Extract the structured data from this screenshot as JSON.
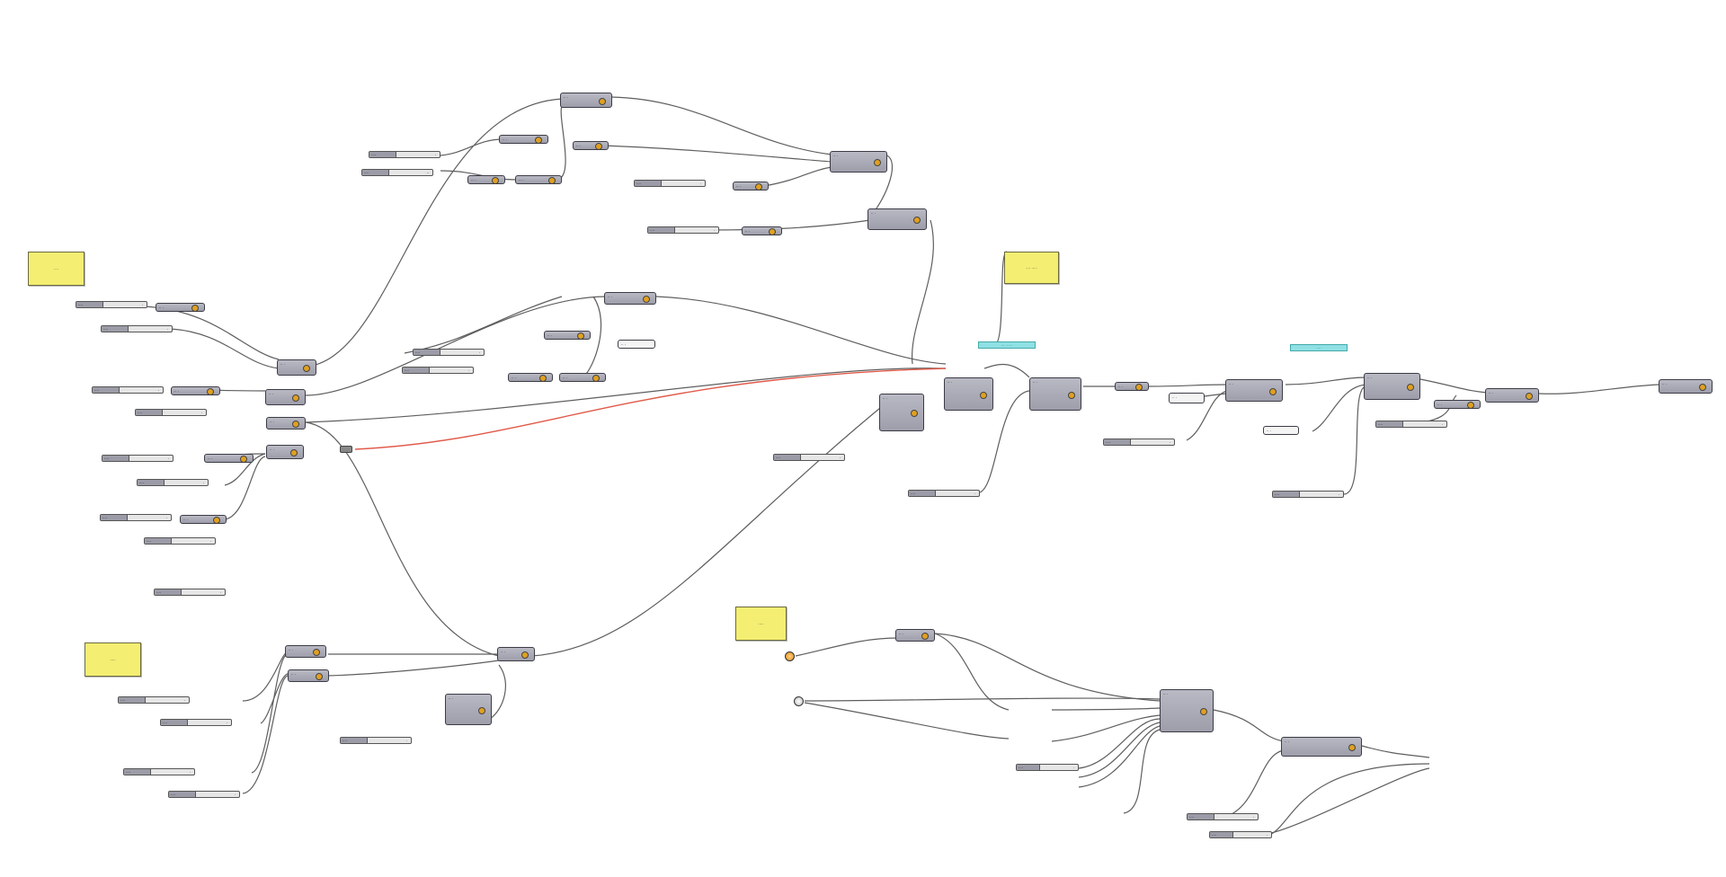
{
  "canvas": {
    "title": "Grasshopper definition canvas",
    "background": "#ffffff"
  },
  "colors": {
    "node": "#a8a8b4",
    "wire": "#5e5e5e",
    "wire_active": "#e05a4a",
    "note": "#f4ee72",
    "panel_cyan": "#8fe0e4",
    "component_icon": "#e0a020"
  },
  "notes": [
    {
      "id": "note-1",
      "text": "····"
    },
    {
      "id": "note-2",
      "text": "···· ·····"
    },
    {
      "id": "note-3",
      "text": "·····"
    },
    {
      "id": "note-4",
      "text": "·····"
    }
  ],
  "panels": [
    {
      "id": "panel-1",
      "text": "···· ·····"
    },
    {
      "id": "panel-2",
      "text": "····"
    }
  ],
  "sliders": [
    {
      "name": "····",
      "value": "·"
    },
    {
      "name": "····",
      "value": "··"
    },
    {
      "name": "····",
      "value": "·"
    },
    {
      "name": "····",
      "value": "·"
    },
    {
      "name": "····",
      "value": "·"
    },
    {
      "name": "····",
      "value": "·"
    },
    {
      "name": "····",
      "value": "·"
    },
    {
      "name": "····",
      "value": "·"
    },
    {
      "name": "····",
      "value": "·"
    },
    {
      "name": "····",
      "value": "·"
    },
    {
      "name": "····",
      "value": "·"
    },
    {
      "name": "····",
      "value": "·"
    },
    {
      "name": "····",
      "value": "·"
    },
    {
      "name": "····",
      "value": "·"
    },
    {
      "name": "····",
      "value": "·"
    },
    {
      "name": "····",
      "value": "·"
    },
    {
      "name": "····",
      "value": "·"
    },
    {
      "name": "····",
      "value": "·"
    },
    {
      "name": "····",
      "value": "·"
    },
    {
      "name": "····",
      "value": "·"
    },
    {
      "name": "····",
      "value": "·"
    },
    {
      "name": "····",
      "value": "·"
    },
    {
      "name": "····",
      "value": "·"
    },
    {
      "name": "····",
      "value": "·"
    },
    {
      "name": "····",
      "value": "·"
    },
    {
      "name": "····",
      "value": "·"
    },
    {
      "name": "····",
      "value": "·"
    },
    {
      "name": "····",
      "value": "·"
    }
  ],
  "components": [
    {
      "label": "·· ·"
    },
    {
      "label": "·· ·"
    },
    {
      "label": "·· ·"
    },
    {
      "label": "··· ·"
    },
    {
      "label": "··· ·"
    },
    {
      "label": "·· ·"
    },
    {
      "label": "·· ·"
    },
    {
      "label": "·· ·"
    },
    {
      "label": "·· ·"
    },
    {
      "label": "·· ·"
    },
    {
      "label": "·· ·"
    },
    {
      "label": "·· ·"
    },
    {
      "label": "·· ·"
    },
    {
      "label": "·· ·"
    },
    {
      "label": "·· ·"
    },
    {
      "label": "·· ·"
    },
    {
      "label": "·· ·"
    },
    {
      "label": "·· ·"
    },
    {
      "label": "·· ·"
    },
    {
      "label": "·· ·"
    },
    {
      "label": "·· ·"
    },
    {
      "label": "·· ·"
    },
    {
      "label": "·· ·"
    },
    {
      "label": "·· ·"
    },
    {
      "label": "·· ·"
    },
    {
      "label": "·· ·"
    },
    {
      "label": "·· ·"
    },
    {
      "label": "·· ·"
    },
    {
      "label": "·· ·"
    },
    {
      "label": "·· ·"
    },
    {
      "label": "·· ·"
    },
    {
      "label": "·· ·"
    },
    {
      "label": "·· ·"
    },
    {
      "label": "·· ·"
    },
    {
      "label": "·· ·"
    },
    {
      "label": "·· ·"
    },
    {
      "label": "·· ·"
    },
    {
      "label": "·· ·"
    },
    {
      "label": "·· ·"
    },
    {
      "label": "·· ·"
    }
  ]
}
